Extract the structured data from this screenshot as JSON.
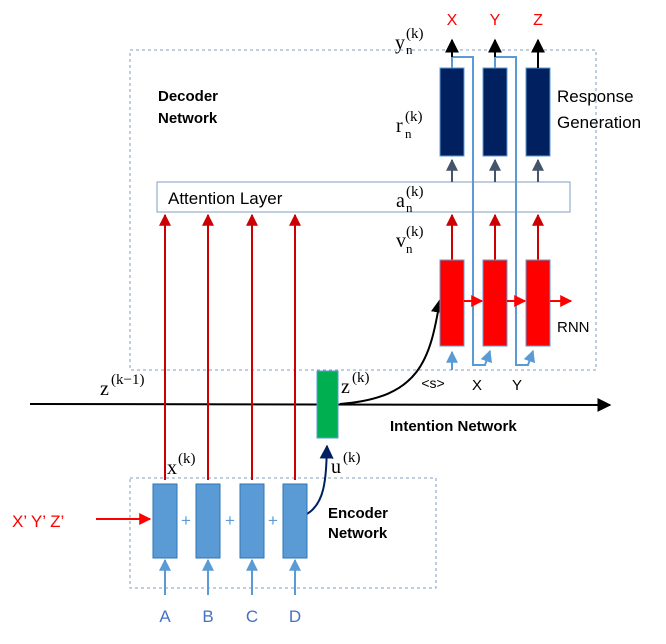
{
  "colors": {
    "red": "#cc0000",
    "bright_red": "#ff0000",
    "navy": "#002060",
    "encoder_blue": "#5b9bd5",
    "green": "#00b050",
    "light_blue": "#5b9bd5",
    "frame": "#7f9fbf",
    "input_letters": "#4472c4"
  },
  "decoder": {
    "title_line1": "Decoder",
    "title_line2": "Network"
  },
  "attention": {
    "label": "Attention Layer"
  },
  "response": {
    "line1": "Response",
    "line2": "Generation"
  },
  "rnn": {
    "label": "RNN"
  },
  "outputs": {
    "x": "X",
    "y": "Y",
    "z": "Z"
  },
  "rnn_inputs": {
    "s": "<s>",
    "x": "X",
    "y": "Y"
  },
  "intention": {
    "label": "Intention Network"
  },
  "encoder": {
    "title_line1": "Encoder",
    "title_line2": "Network"
  },
  "encoder_input": "X’ Y’ Z’",
  "encoder_letters": [
    "A",
    "B",
    "C",
    "D"
  ],
  "plus": "+",
  "math": {
    "y_base": "y",
    "y_sub": "n",
    "y_sup": "(k)",
    "r_base": "r",
    "r_sub": "n",
    "r_sup": "(k)",
    "a_base": "a",
    "a_sub": "n",
    "a_sup": "(k)",
    "v_base": "v",
    "v_sub": "n",
    "v_sup": "(k)",
    "zprev_base": "z",
    "zprev_sup": "(k−1)",
    "z_base": "z",
    "z_sup": "(k)",
    "x_base": "x",
    "x_sup": "(k)",
    "u_base": "u",
    "u_sup": "(k)"
  }
}
